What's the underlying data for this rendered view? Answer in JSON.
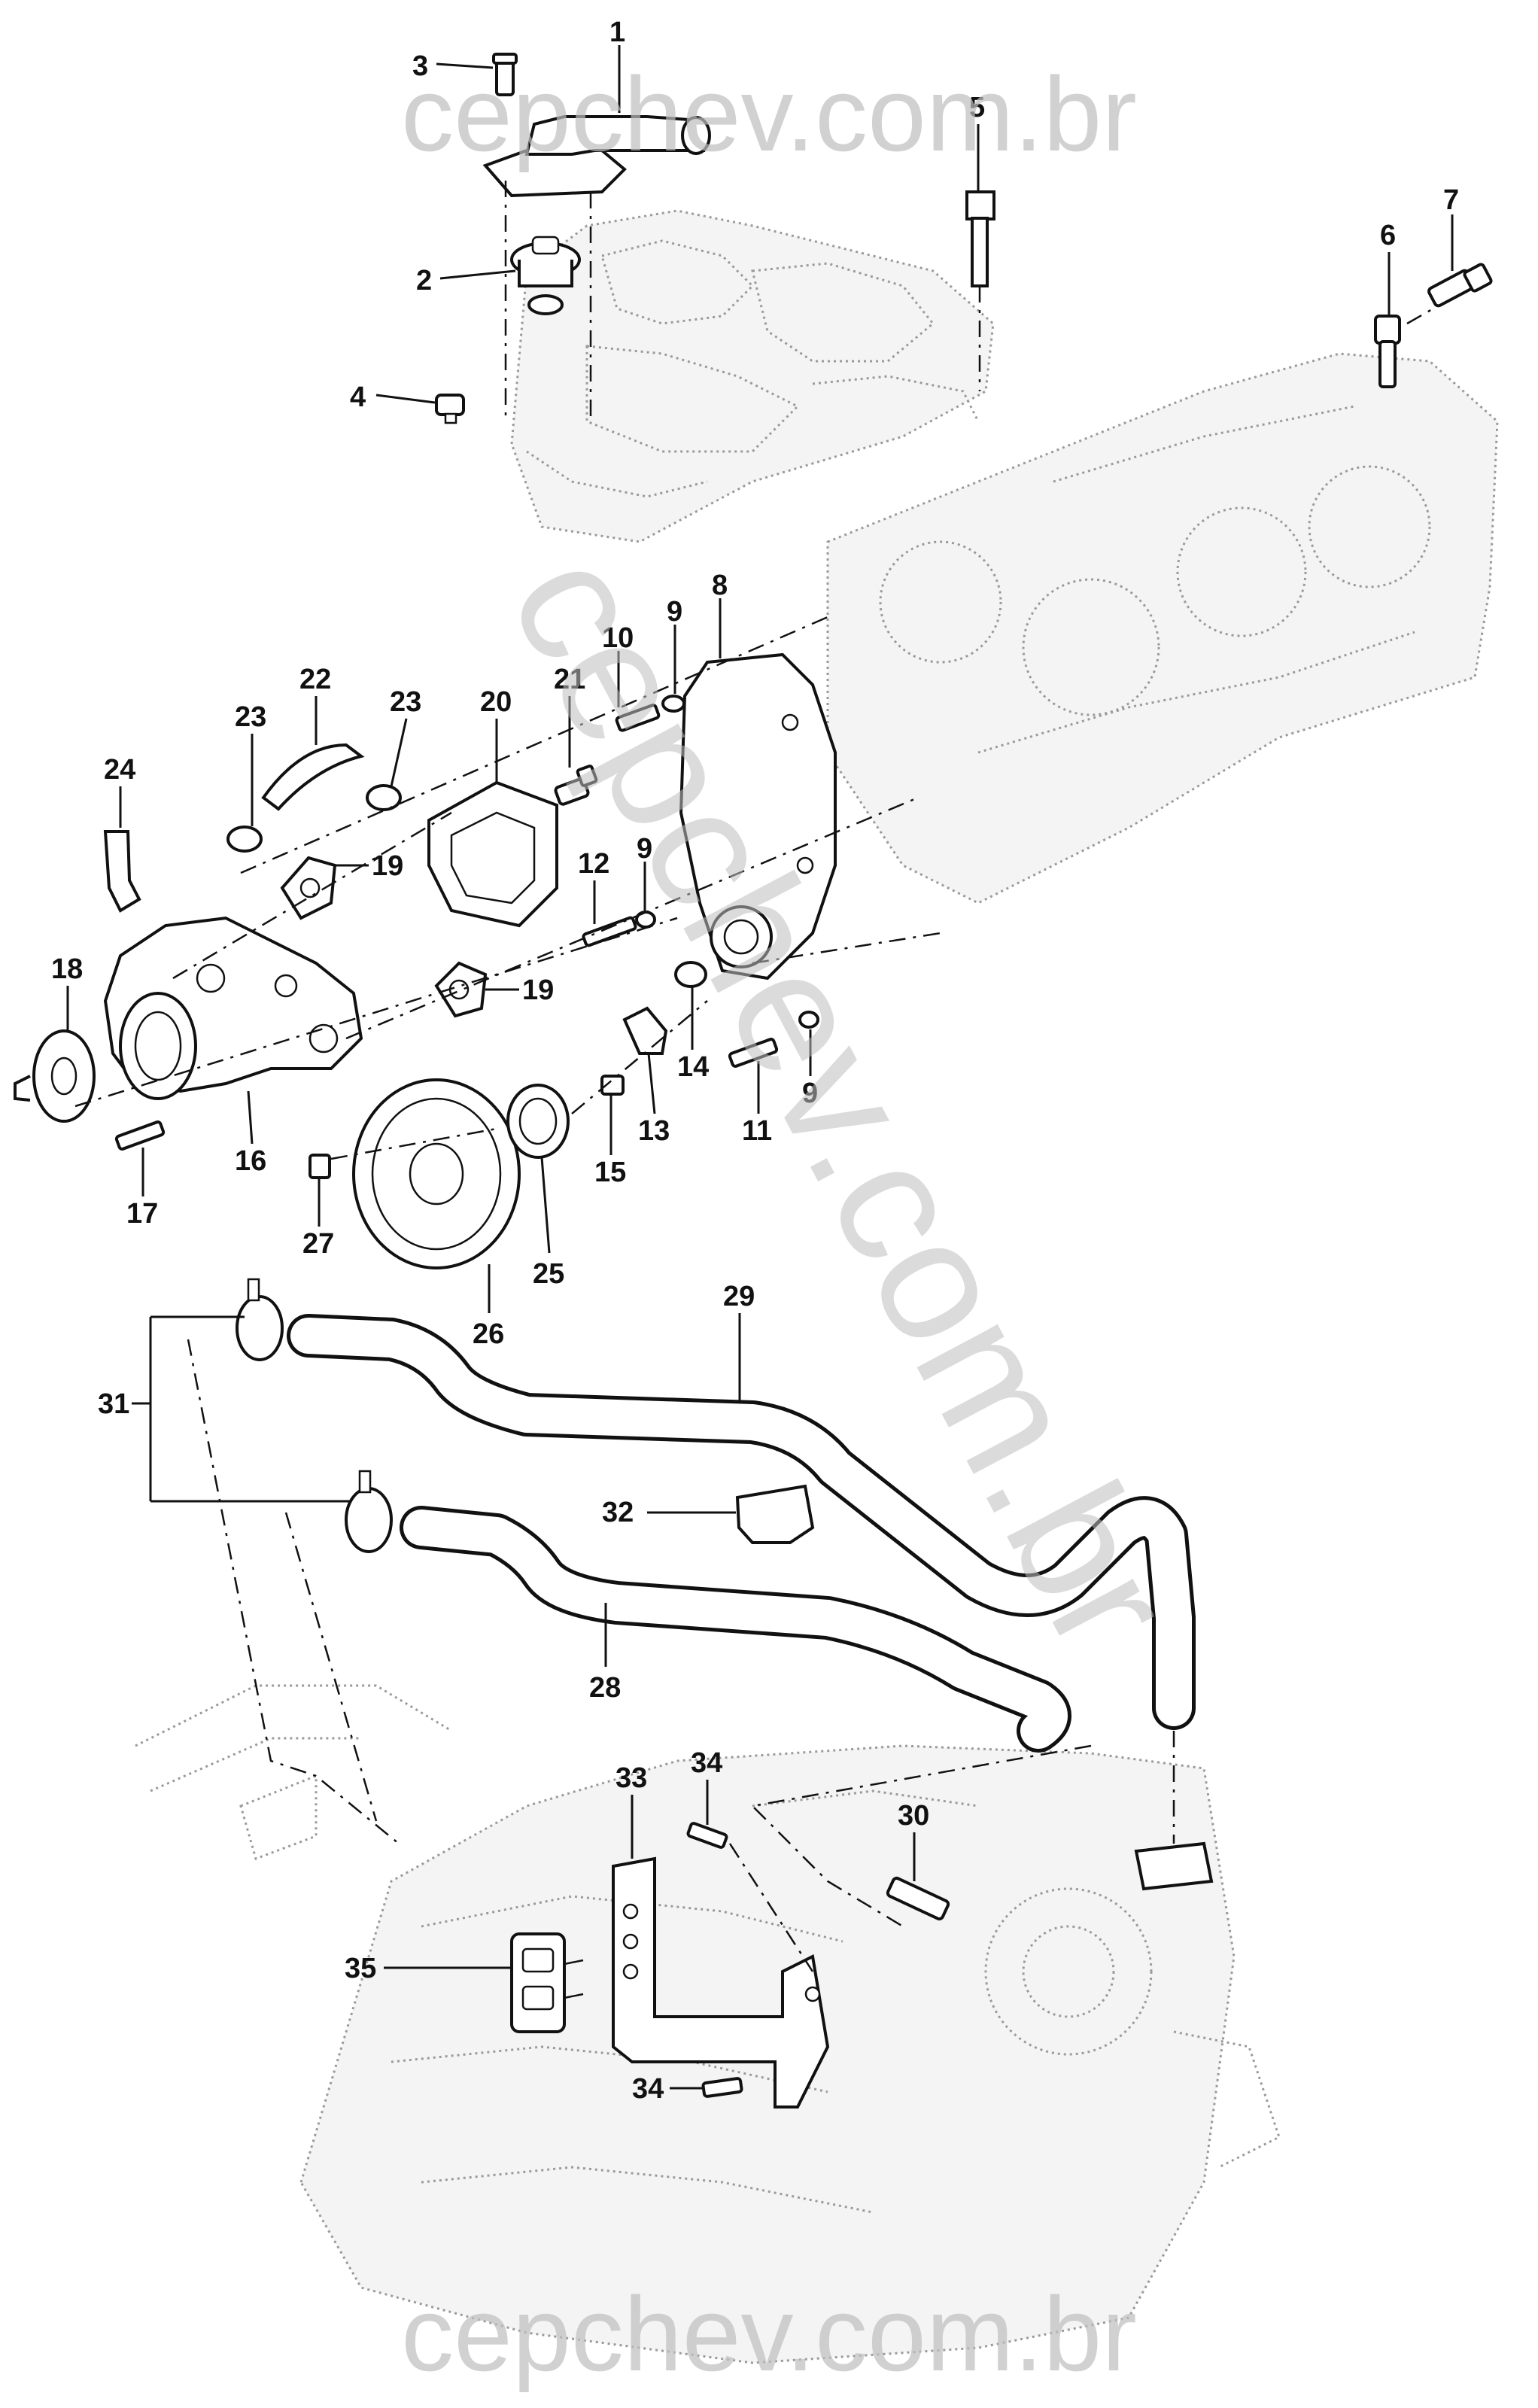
{
  "watermarks": {
    "top": "cepchev.com.br",
    "diagonal": "cepchev.com.br",
    "bottom": "cepchev.com.br"
  },
  "callouts": [
    {
      "id": "1",
      "label": "1"
    },
    {
      "id": "2",
      "label": "2"
    },
    {
      "id": "3",
      "label": "3"
    },
    {
      "id": "4",
      "label": "4"
    },
    {
      "id": "5",
      "label": "5"
    },
    {
      "id": "6",
      "label": "6"
    },
    {
      "id": "7",
      "label": "7"
    },
    {
      "id": "8",
      "label": "8"
    },
    {
      "id": "9a",
      "label": "9"
    },
    {
      "id": "9b",
      "label": "9"
    },
    {
      "id": "9c",
      "label": "9"
    },
    {
      "id": "10",
      "label": "10"
    },
    {
      "id": "11",
      "label": "11"
    },
    {
      "id": "12",
      "label": "12"
    },
    {
      "id": "13",
      "label": "13"
    },
    {
      "id": "14",
      "label": "14"
    },
    {
      "id": "15",
      "label": "15"
    },
    {
      "id": "16",
      "label": "16"
    },
    {
      "id": "17",
      "label": "17"
    },
    {
      "id": "18",
      "label": "18"
    },
    {
      "id": "19a",
      "label": "19"
    },
    {
      "id": "19b",
      "label": "19"
    },
    {
      "id": "20",
      "label": "20"
    },
    {
      "id": "21",
      "label": "21"
    },
    {
      "id": "22",
      "label": "22"
    },
    {
      "id": "23a",
      "label": "23"
    },
    {
      "id": "23b",
      "label": "23"
    },
    {
      "id": "24",
      "label": "24"
    },
    {
      "id": "25",
      "label": "25"
    },
    {
      "id": "26",
      "label": "26"
    },
    {
      "id": "27",
      "label": "27"
    },
    {
      "id": "28",
      "label": "28"
    },
    {
      "id": "29",
      "label": "29"
    },
    {
      "id": "30",
      "label": "30"
    },
    {
      "id": "31",
      "label": "31"
    },
    {
      "id": "32",
      "label": "32"
    },
    {
      "id": "33",
      "label": "33"
    },
    {
      "id": "34a",
      "label": "34"
    },
    {
      "id": "34b",
      "label": "34"
    },
    {
      "id": "35",
      "label": "35"
    }
  ]
}
